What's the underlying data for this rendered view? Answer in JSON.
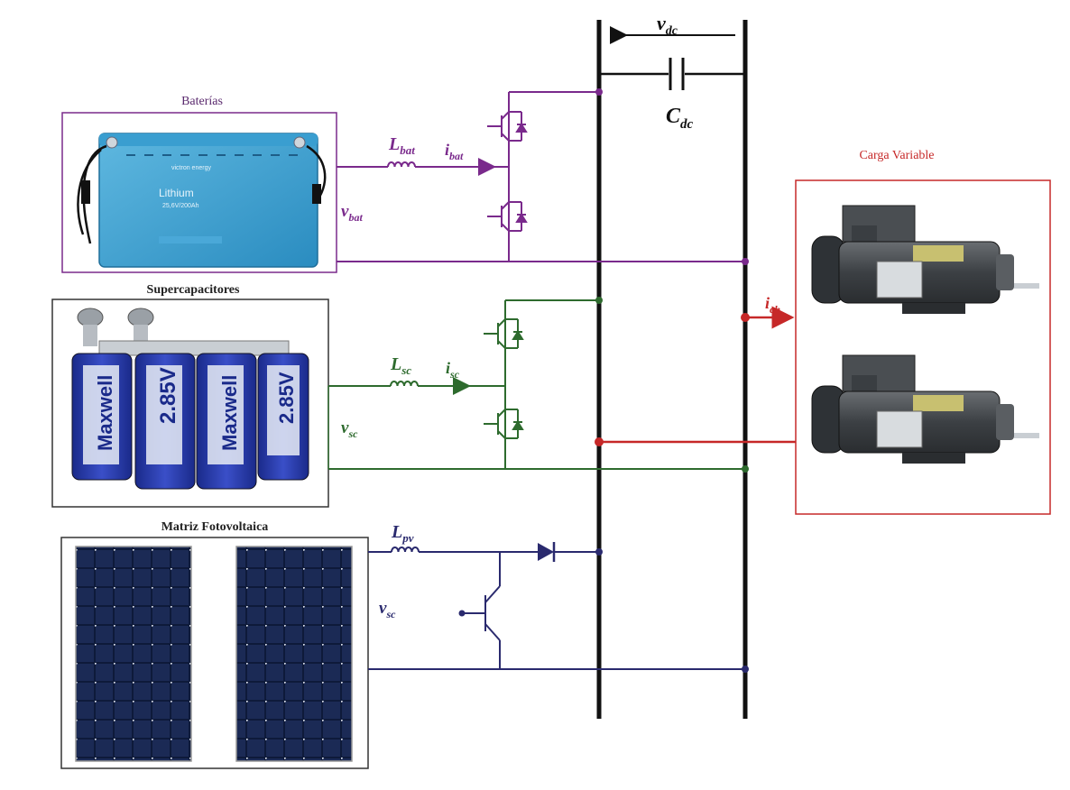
{
  "blocks": {
    "battery": {
      "title": "Baterías",
      "voltage_symbol": "v",
      "voltage_sub": "bat",
      "inductor_symbol": "L",
      "inductor_sub": "bat",
      "current_symbol": "i",
      "current_sub": "bat",
      "brand": "victron energy",
      "product": "Lithium",
      "spec": "25,6V/200Ah",
      "color": "#7a2a8c"
    },
    "supercap": {
      "title": "Supercapacitores",
      "voltage_symbol": "v",
      "voltage_sub": "sc",
      "inductor_symbol": "L",
      "inductor_sub": "sc",
      "current_symbol": "i",
      "current_sub": "sc",
      "cell_brand": "Maxwell",
      "cell_voltage": "2.85V",
      "color": "#2e6b2e"
    },
    "pv": {
      "title": "Matriz Fotovoltaica",
      "voltage_symbol": "v",
      "voltage_sub": "sc",
      "inductor_symbol": "L",
      "inductor_sub": "pv",
      "color": "#2a2a6e"
    },
    "load": {
      "title": "Carga Variable",
      "current_symbol": "i",
      "current_sub": "ch",
      "color": "#c62828"
    }
  },
  "dc_bus": {
    "voltage_symbol": "v",
    "voltage_sub": "dc",
    "capacitor_symbol": "C",
    "capacitor_sub": "dc"
  }
}
